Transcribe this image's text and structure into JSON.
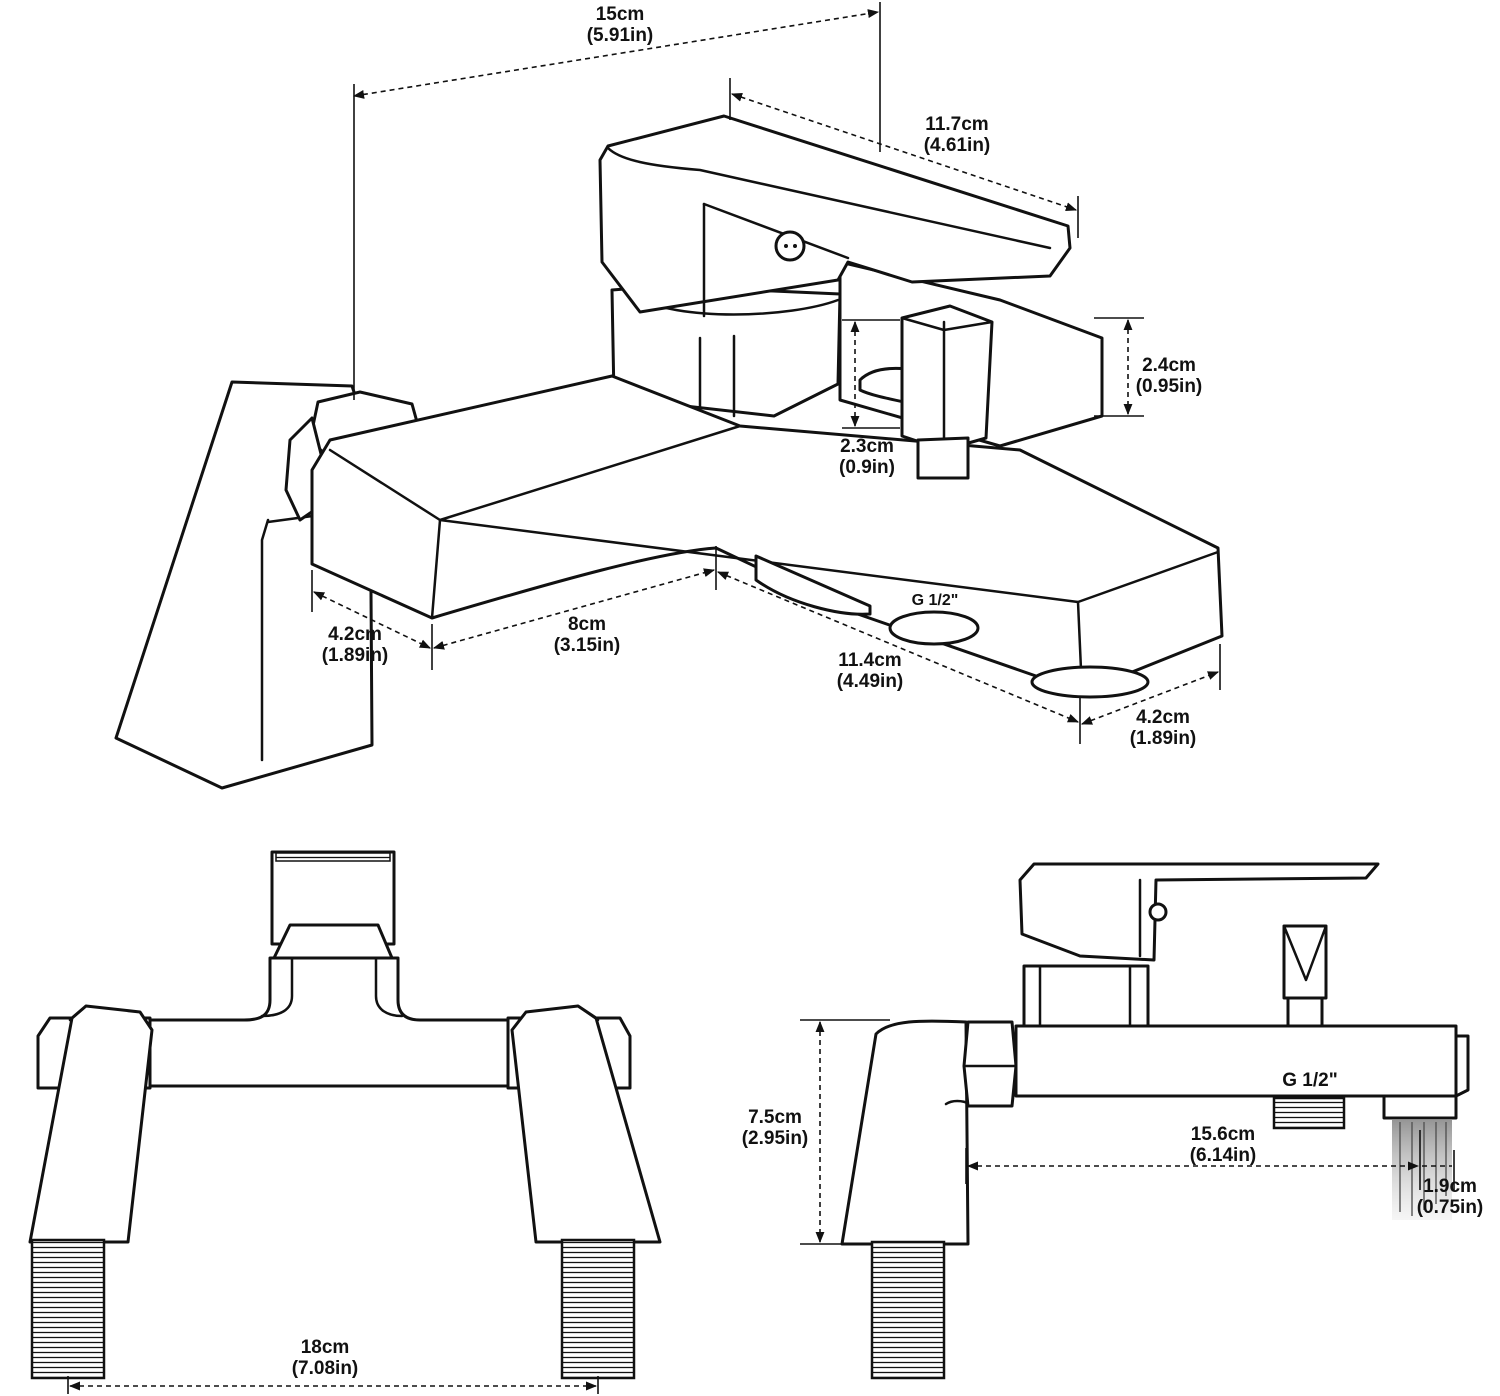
{
  "dimensions": {
    "overall_length": {
      "metric": "15cm",
      "imperial": "(5.91in)"
    },
    "handle_length": {
      "metric": "11.7cm",
      "imperial": "(4.61in)"
    },
    "valve_height": {
      "metric": "2.4cm",
      "imperial": "(0.95in)"
    },
    "diverter_height": {
      "metric": "2.3cm",
      "imperial": "(0.9in)"
    },
    "body_depth_left": {
      "metric": "4.2cm",
      "imperial": "(1.89in)"
    },
    "inner_span": {
      "metric": "8cm",
      "imperial": "(3.15in)"
    },
    "spout_length": {
      "metric": "11.4cm",
      "imperial": "(4.49in)"
    },
    "body_depth_right": {
      "metric": "4.2cm",
      "imperial": "(1.89in)"
    },
    "inlet_spacing": {
      "metric": "18cm",
      "imperial": "(7.08in)"
    },
    "leg_height": {
      "metric": "7.5cm",
      "imperial": "(2.95in)"
    },
    "spout_reach": {
      "metric": "15.6cm",
      "imperial": "(6.14in)"
    },
    "outlet_diameter": {
      "metric": "1.9cm",
      "imperial": "(0.75in)"
    }
  },
  "thread_labels": {
    "top_view": "G 1/2\"",
    "side_view": "G 1/2\""
  }
}
